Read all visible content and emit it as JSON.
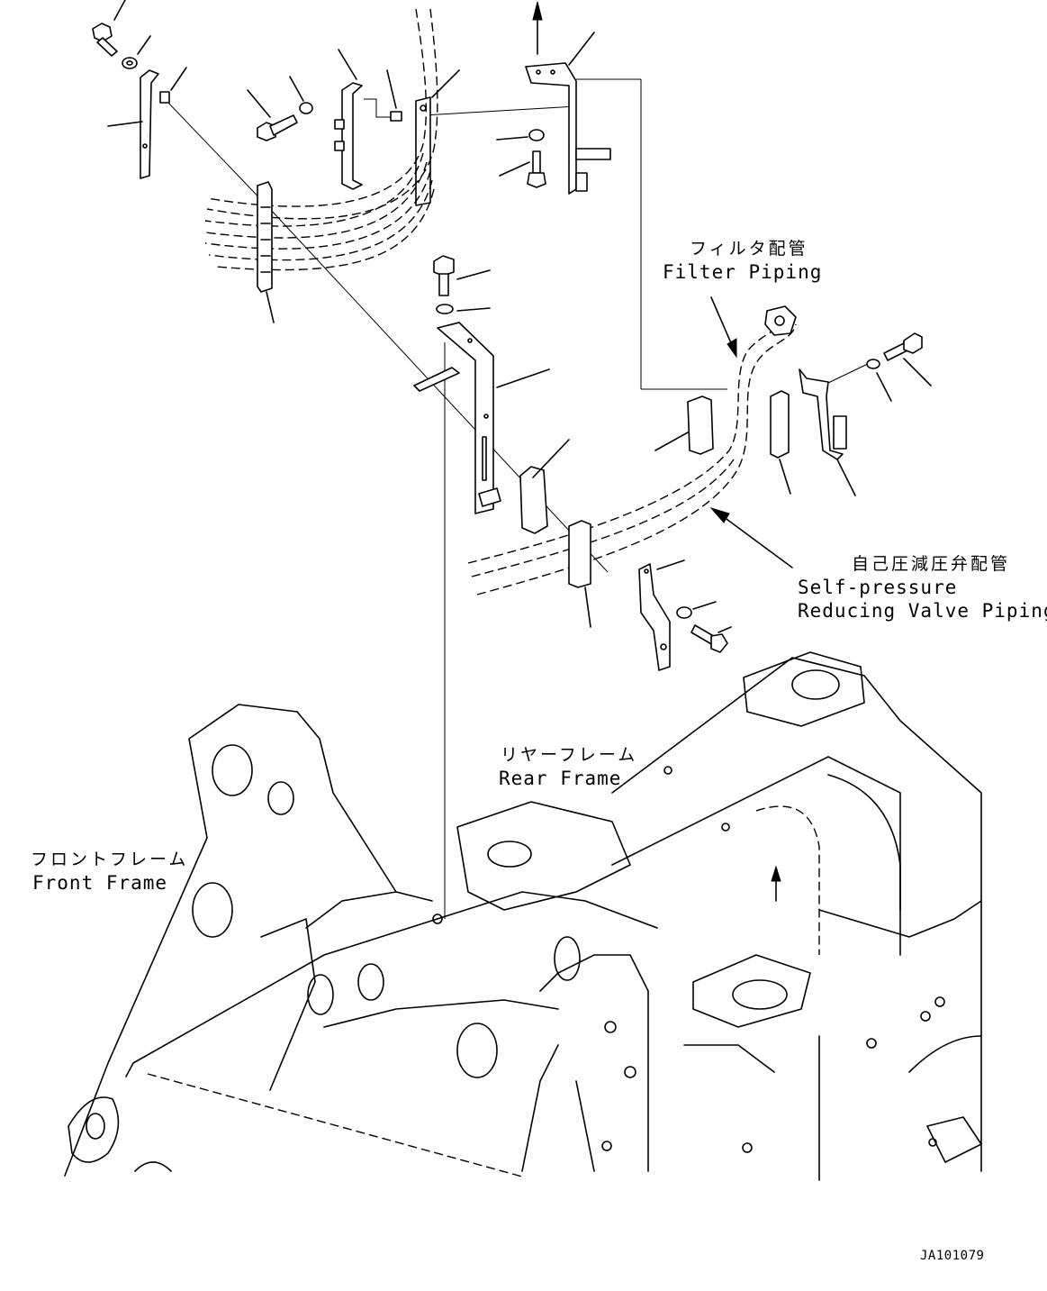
{
  "labels": {
    "filter_piping_jp": "フィルタ配管",
    "filter_piping_en": "Filter Piping",
    "self_pressure_jp": "自己圧減圧弁配管",
    "self_pressure_en_1": "Self-pressure",
    "self_pressure_en_2": "Reducing Valve Piping",
    "rear_frame_jp": "リヤーフレーム",
    "rear_frame_en": "Rear Frame",
    "front_frame_jp": "フロントフレーム",
    "front_frame_en": "Front Frame"
  },
  "drawing_code": "JA101079"
}
